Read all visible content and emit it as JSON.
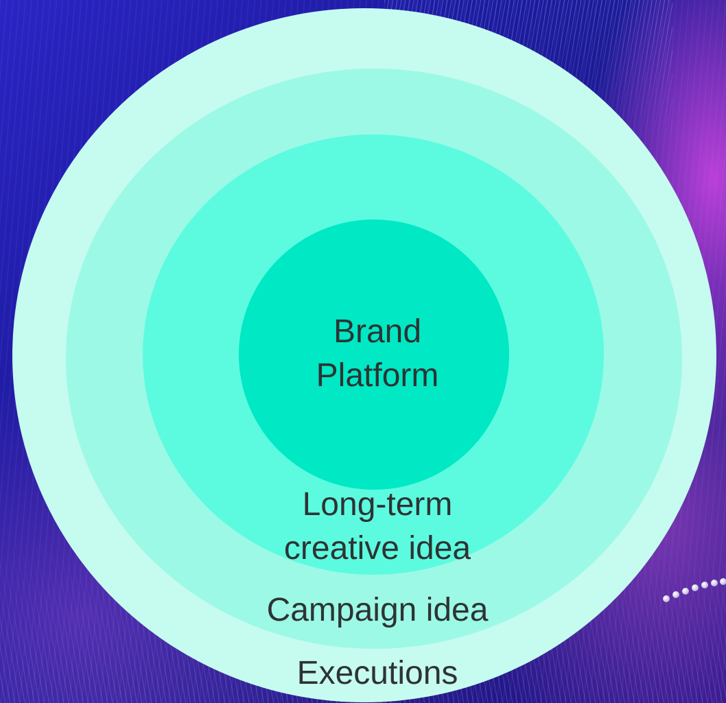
{
  "diagram": {
    "rings": [
      {
        "id": "outer",
        "lines": [
          "Executions"
        ],
        "color": "#c6fbf0"
      },
      {
        "id": "second",
        "lines": [
          "Campaign idea"
        ],
        "color": "#9cf9e6"
      },
      {
        "id": "third",
        "lines": [
          "Long-term",
          "creative idea"
        ],
        "color": "#5cfbe0"
      },
      {
        "id": "core",
        "lines": [
          "Brand",
          "Platform"
        ],
        "color": "#00e8c4"
      }
    ],
    "text_color": "#2e3333"
  }
}
